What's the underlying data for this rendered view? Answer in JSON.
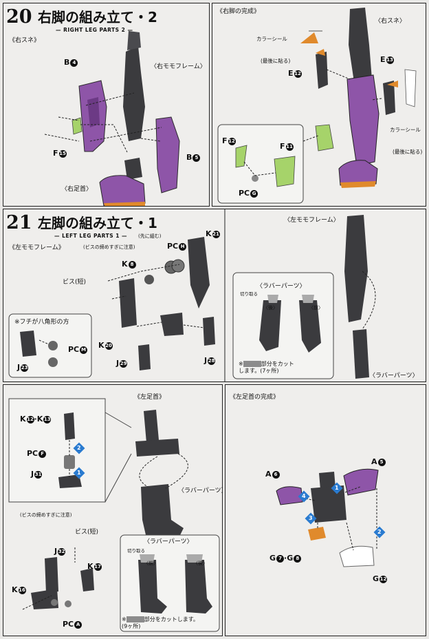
{
  "colors": {
    "purple": "#8e55a8",
    "dark": "#3b3b3e",
    "green": "#a6d36a",
    "orange": "#e08a2c",
    "blue_step": "#2a7bd0"
  },
  "step20": {
    "number": "20",
    "title": "右脚の組み立て・2",
    "subtitle": "— RIGHT LEG PARTS 2 —",
    "shin_label": "《右スネ》",
    "thigh_frame": "〈右モモフレーム〉",
    "ankle": "〈右足首〉",
    "parts": {
      "b4": "B",
      "b5": "B",
      "f15": "F"
    },
    "nums": {
      "b4": "4",
      "b5": "5",
      "f15": "15"
    }
  },
  "right_complete": {
    "header": "《右脚の完成》",
    "shin": "〈右スネ〉",
    "color_seal": "カラーシール",
    "stick_last": "(最後に貼る)",
    "color_seal2": "カラーシール",
    "stick_last2": "(最後に貼る)",
    "parts": {
      "e12": "E",
      "e13": "E",
      "f12": "F",
      "f11": "F",
      "pcg": "PC"
    },
    "nums": {
      "e12": "12",
      "e13": "13",
      "f12": "12",
      "f11": "11",
      "pcg": "G"
    }
  },
  "step21": {
    "number": "21",
    "title": "左脚の組み立て・1",
    "subtitle": "— LEFT LEG PARTS 1 —",
    "thigh_frame": "《左モモフレーム》",
    "screw_note": "(ビスの締めすぎに注意)",
    "insert_first": "(先に組む)",
    "screw_short": "ビス(短)",
    "octagon_note": "※フチが八角形の方",
    "parts": {
      "k21": "K",
      "k8": "K",
      "pch": "PC",
      "k20": "K",
      "j29": "J",
      "j28": "J",
      "pcm": "PC",
      "j23": "J"
    },
    "nums": {
      "k21": "21",
      "k8": "8",
      "pch": "H",
      "k20": "20",
      "j29": "29",
      "j28": "28",
      "pcm": "M",
      "j23": "23"
    }
  },
  "left_thigh": {
    "header": "〈左モモフレーム〉",
    "rubber_parts": "〈ラバーパーツ〉",
    "cut_off": "切り取る",
    "rear": "〈後〉",
    "front": "〈前〉",
    "cut_note_1": "部分をカット",
    "cut_note_2": "します。(7ヶ所)",
    "rubber_label": "〈ラバーパーツ〉",
    "asterisk": "※"
  },
  "step22": {
    "ankle_header": "《左足首》",
    "parts": {
      "k1213": "K",
      "pcf": "PC",
      "j31": "J",
      "j32": "J",
      "k17": "K",
      "k16": "K",
      "pca": "PC"
    },
    "nums": {
      "k12": "12",
      "k13": "13",
      "pcf": "F",
      "j31": "31",
      "j32": "32",
      "k17": "17",
      "k16": "16",
      "pca": "A"
    },
    "screw_note": "(ビスの締めすぎに注意)",
    "screw_short": "ビス(短)",
    "rubber_parts": "〈ラバーパーツ〉",
    "rubber_parts2": "〈ラバーパーツ〉",
    "cut_off": "切り取る",
    "front": "〈前〉",
    "rear": "〈後〉",
    "cut_note_1": "部分をカットします。",
    "cut_note_2": "(9ヶ所)",
    "asterisk": "※",
    "steps": [
      "2",
      "1"
    ]
  },
  "left_ankle_complete": {
    "header": "《左足首の完成》",
    "parts": {
      "a6": "A",
      "a5": "A",
      "g78": "G",
      "g12": "G"
    },
    "nums": {
      "a6": "6",
      "a5": "5",
      "g7": "7",
      "g8": "8",
      "g12": "12"
    },
    "steps": [
      "4",
      "1",
      "3",
      "2"
    ]
  }
}
